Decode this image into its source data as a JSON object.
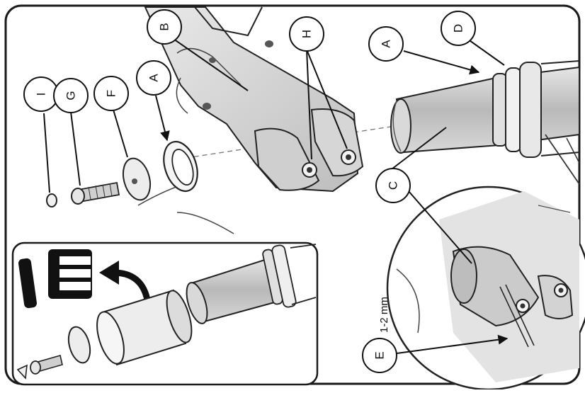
{
  "diagram": {
    "callouts": {
      "I": "I",
      "G": "G",
      "F": "F",
      "A_left": "A",
      "B": "B",
      "H": "H",
      "A_right": "A",
      "D": "D",
      "C": "C",
      "E": "E"
    },
    "measurement": "1-2 mm"
  }
}
